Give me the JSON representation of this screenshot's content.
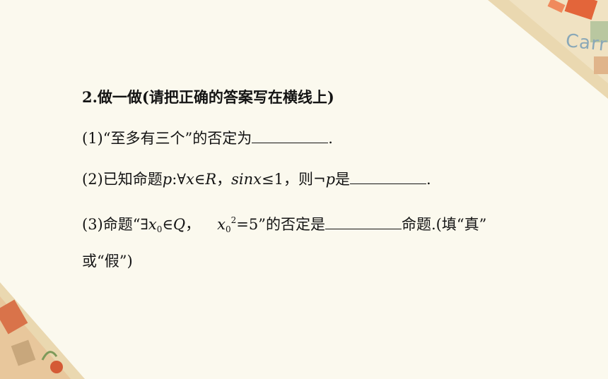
{
  "deco": {
    "carr_text": "Carr"
  },
  "heading": "2.做一做(请把正确的答案写在横线上)",
  "q1": {
    "num": "(1)",
    "text": "“至多有三个”的否定为",
    "end": "."
  },
  "q2": {
    "num": "(2)",
    "pre": "已知命题",
    "p": "p",
    "colon": ":∀",
    "x": "x",
    "in": "∈",
    "R": "R",
    "comma": "，",
    "sinx": "sinx",
    "le": "≤1，则¬",
    "p2": "p",
    "is": "是",
    "end": "."
  },
  "q3": {
    "num": "(3)",
    "pre": "命题“∃",
    "x0": "x",
    "sub0": "0",
    "in": "∈",
    "Q": "Q",
    "comma": "，",
    "x0b": "x",
    "sub0b": "0",
    "sup2": "2",
    "eq": "=5”的否定是",
    "post": "命题.(填“真”",
    "cont": "或“假”)"
  }
}
